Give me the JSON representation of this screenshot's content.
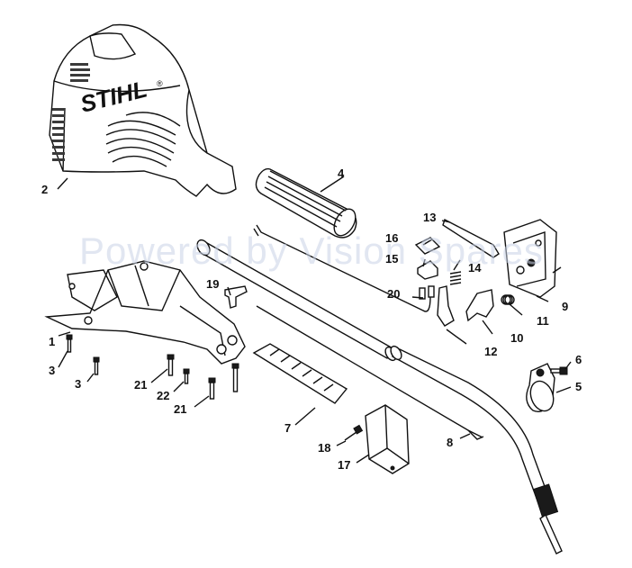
{
  "watermark": "Powered by Vision Spares",
  "brand": "STIHL",
  "brand_mark": "®",
  "callouts": {
    "c1": "1",
    "c2": "2",
    "c3a": "3",
    "c3b": "3",
    "c4": "4",
    "c5": "5",
    "c6": "6",
    "c7": "7",
    "c8": "8",
    "c9": "9",
    "c10": "10",
    "c11": "11",
    "c12": "12",
    "c13": "13",
    "c14": "14",
    "c15": "15",
    "c16": "16",
    "c17": "17",
    "c18": "18",
    "c19": "19",
    "c20": "20",
    "c21a": "21",
    "c21b": "21",
    "c22": "22"
  }
}
